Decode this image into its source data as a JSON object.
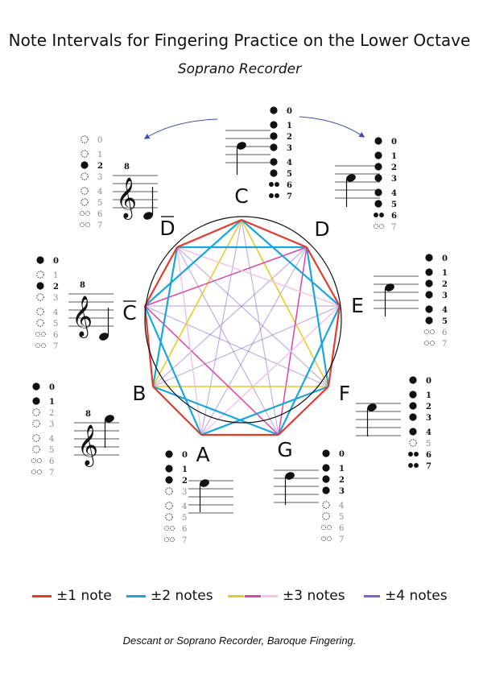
{
  "title": "Note Intervals for Fingering Practice on the Lower Octave",
  "subtitle": "Soprano Recorder",
  "footer": "Descant or Soprano Recorder, Baroque Fingering.",
  "notes": [
    {
      "name": "C",
      "letter": "C",
      "bar": false
    },
    {
      "name": "D",
      "letter": "D",
      "bar": false
    },
    {
      "name": "E",
      "letter": "E",
      "bar": false
    },
    {
      "name": "F",
      "letter": "F",
      "bar": false
    },
    {
      "name": "G",
      "letter": "G",
      "bar": false
    },
    {
      "name": "A",
      "letter": "A",
      "bar": false
    },
    {
      "name": "B",
      "letter": "B",
      "bar": false
    },
    {
      "name": "C low",
      "letter": "C",
      "bar": true
    },
    {
      "name": "D low",
      "letter": "D",
      "bar": true
    }
  ],
  "hole_numbers": [
    "0",
    "1",
    "2",
    "3",
    "4",
    "5",
    "6",
    "7"
  ],
  "clef_octave_mark": "8",
  "intervals": [
    {
      "step": 1,
      "color": "#e53a2a",
      "label": "±1 note"
    },
    {
      "step": 2,
      "color": "#19a6df",
      "label": "±2 notes"
    },
    {
      "step": 3,
      "color": "#e9c81e",
      "color2": "#e040b0",
      "color3": "#f3c3e6",
      "label": "±3 notes"
    },
    {
      "step": 4,
      "color": "#8a5ccf",
      "label": "±4 notes"
    }
  ],
  "fingerings": {
    "C": [
      "c",
      "c",
      "c",
      "c",
      "c",
      "c",
      "c",
      "c"
    ],
    "D": [
      "c",
      "c",
      "c",
      "c",
      "c",
      "c",
      "c",
      "o"
    ],
    "E": [
      "c",
      "c",
      "c",
      "c",
      "c",
      "c",
      "o",
      "o"
    ],
    "F": [
      "c",
      "c",
      "c",
      "c",
      "c",
      "o",
      "c",
      "c"
    ],
    "G": [
      "c",
      "c",
      "c",
      "c",
      "o",
      "o",
      "o",
      "o"
    ],
    "A": [
      "c",
      "c",
      "c",
      "o",
      "o",
      "o",
      "o",
      "o"
    ],
    "B": [
      "c",
      "c",
      "o",
      "o",
      "o",
      "o",
      "o",
      "o"
    ],
    "C low": [
      "c",
      "o",
      "c",
      "o",
      "o",
      "o",
      "o",
      "o"
    ],
    "D low": [
      "o",
      "o",
      "c",
      "o",
      "o",
      "o",
      "o",
      "o"
    ]
  }
}
